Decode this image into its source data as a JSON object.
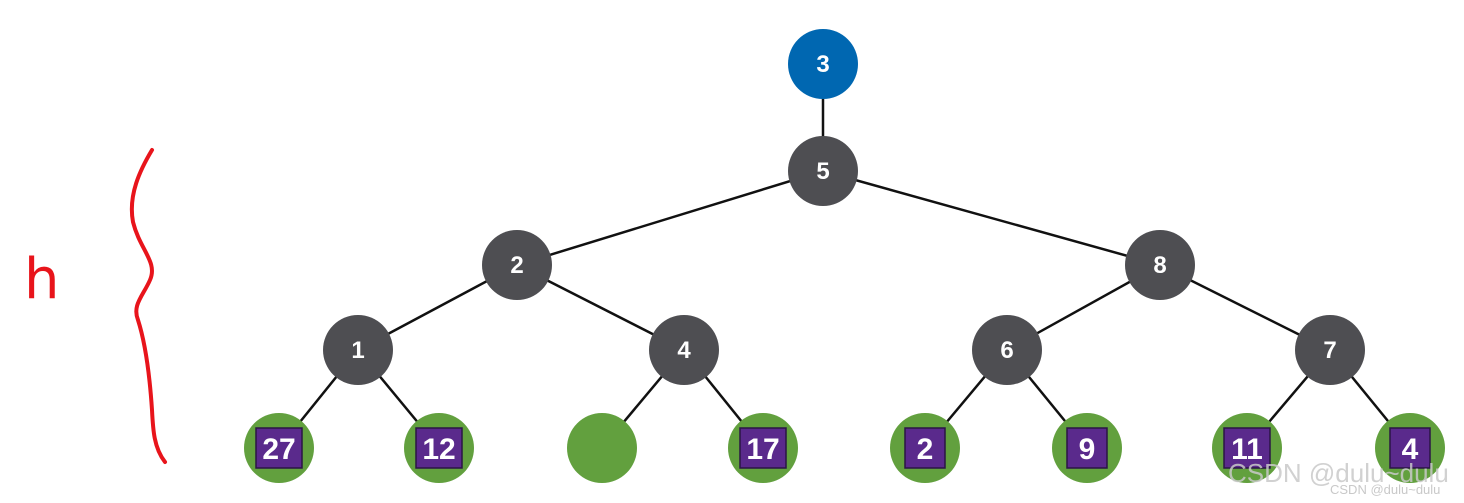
{
  "colors": {
    "root": "#0067b1",
    "internal": "#4e4e52",
    "leaf": "#62a03e",
    "leaf_box": "#5a2a8c",
    "edge": "#111111",
    "annotation": "#e8141b"
  },
  "annotation": {
    "height_label": "h"
  },
  "tree": {
    "root": {
      "id": "n3",
      "label": "3"
    },
    "internal": [
      {
        "id": "n5",
        "label": "5"
      },
      {
        "id": "n2",
        "label": "2"
      },
      {
        "id": "n8",
        "label": "8"
      },
      {
        "id": "n1",
        "label": "1"
      },
      {
        "id": "n4",
        "label": "4"
      },
      {
        "id": "n6",
        "label": "6"
      },
      {
        "id": "n7",
        "label": "7"
      }
    ],
    "leaves": [
      {
        "id": "l1",
        "label": "27"
      },
      {
        "id": "l2",
        "label": "12"
      },
      {
        "id": "l3",
        "label": ""
      },
      {
        "id": "l4",
        "label": "17"
      },
      {
        "id": "l5",
        "label": "2"
      },
      {
        "id": "l6",
        "label": "9"
      },
      {
        "id": "l7",
        "label": "11"
      },
      {
        "id": "l8",
        "label": "4"
      }
    ],
    "edges": [
      [
        "n3",
        "n5"
      ],
      [
        "n5",
        "n2"
      ],
      [
        "n5",
        "n8"
      ],
      [
        "n2",
        "n1"
      ],
      [
        "n2",
        "n4"
      ],
      [
        "n8",
        "n6"
      ],
      [
        "n8",
        "n7"
      ],
      [
        "n1",
        "l1"
      ],
      [
        "n1",
        "l2"
      ],
      [
        "n4",
        "l3"
      ],
      [
        "n4",
        "l4"
      ],
      [
        "n6",
        "l5"
      ],
      [
        "n6",
        "l6"
      ],
      [
        "n7",
        "l7"
      ],
      [
        "n7",
        "l8"
      ]
    ]
  },
  "watermark": {
    "large": "CSDN @dulu~dulu",
    "small": "CSDN @dulu~dulu"
  }
}
